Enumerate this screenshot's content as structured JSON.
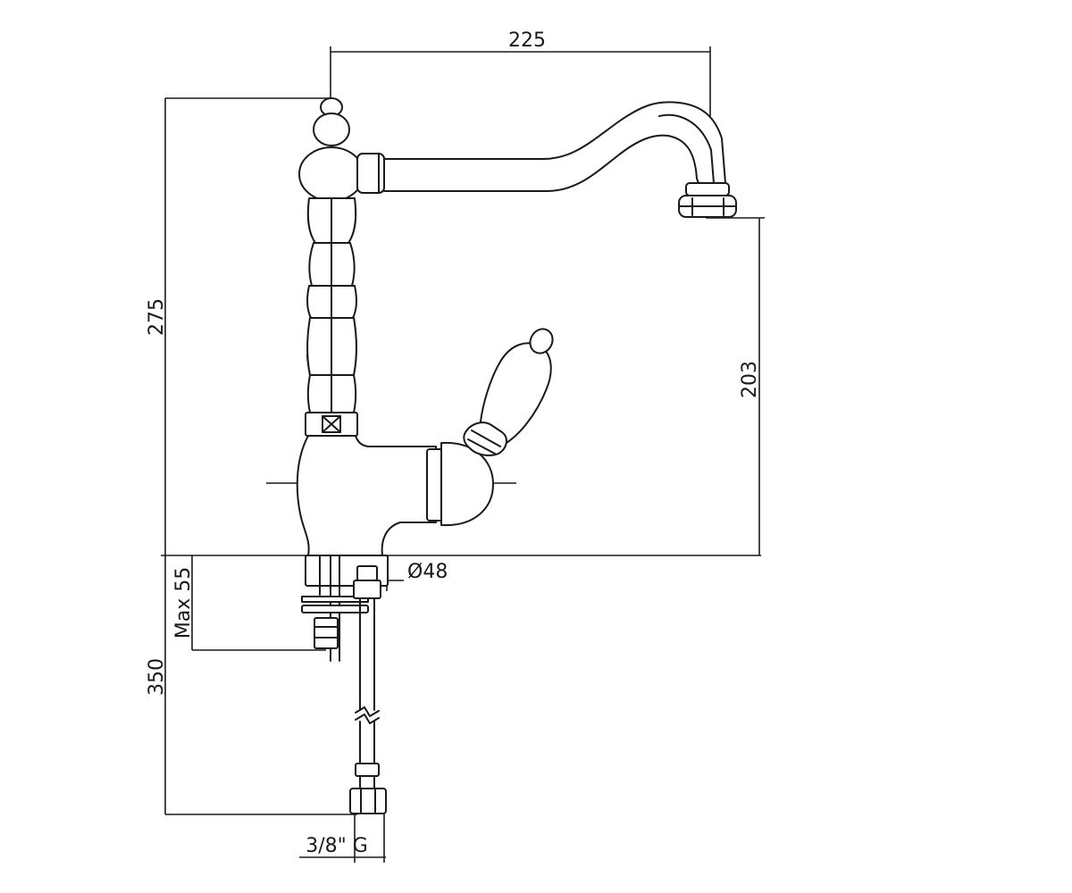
{
  "dimensions": {
    "spout_reach": "225",
    "total_height": "275",
    "spout_height": "203",
    "base_diameter": "Ø48",
    "max_thickness": "Max 55",
    "hose_length": "350",
    "connection": "3/8\" G"
  },
  "colors": {
    "line": "#1a1a1a",
    "background": "#ffffff"
  }
}
